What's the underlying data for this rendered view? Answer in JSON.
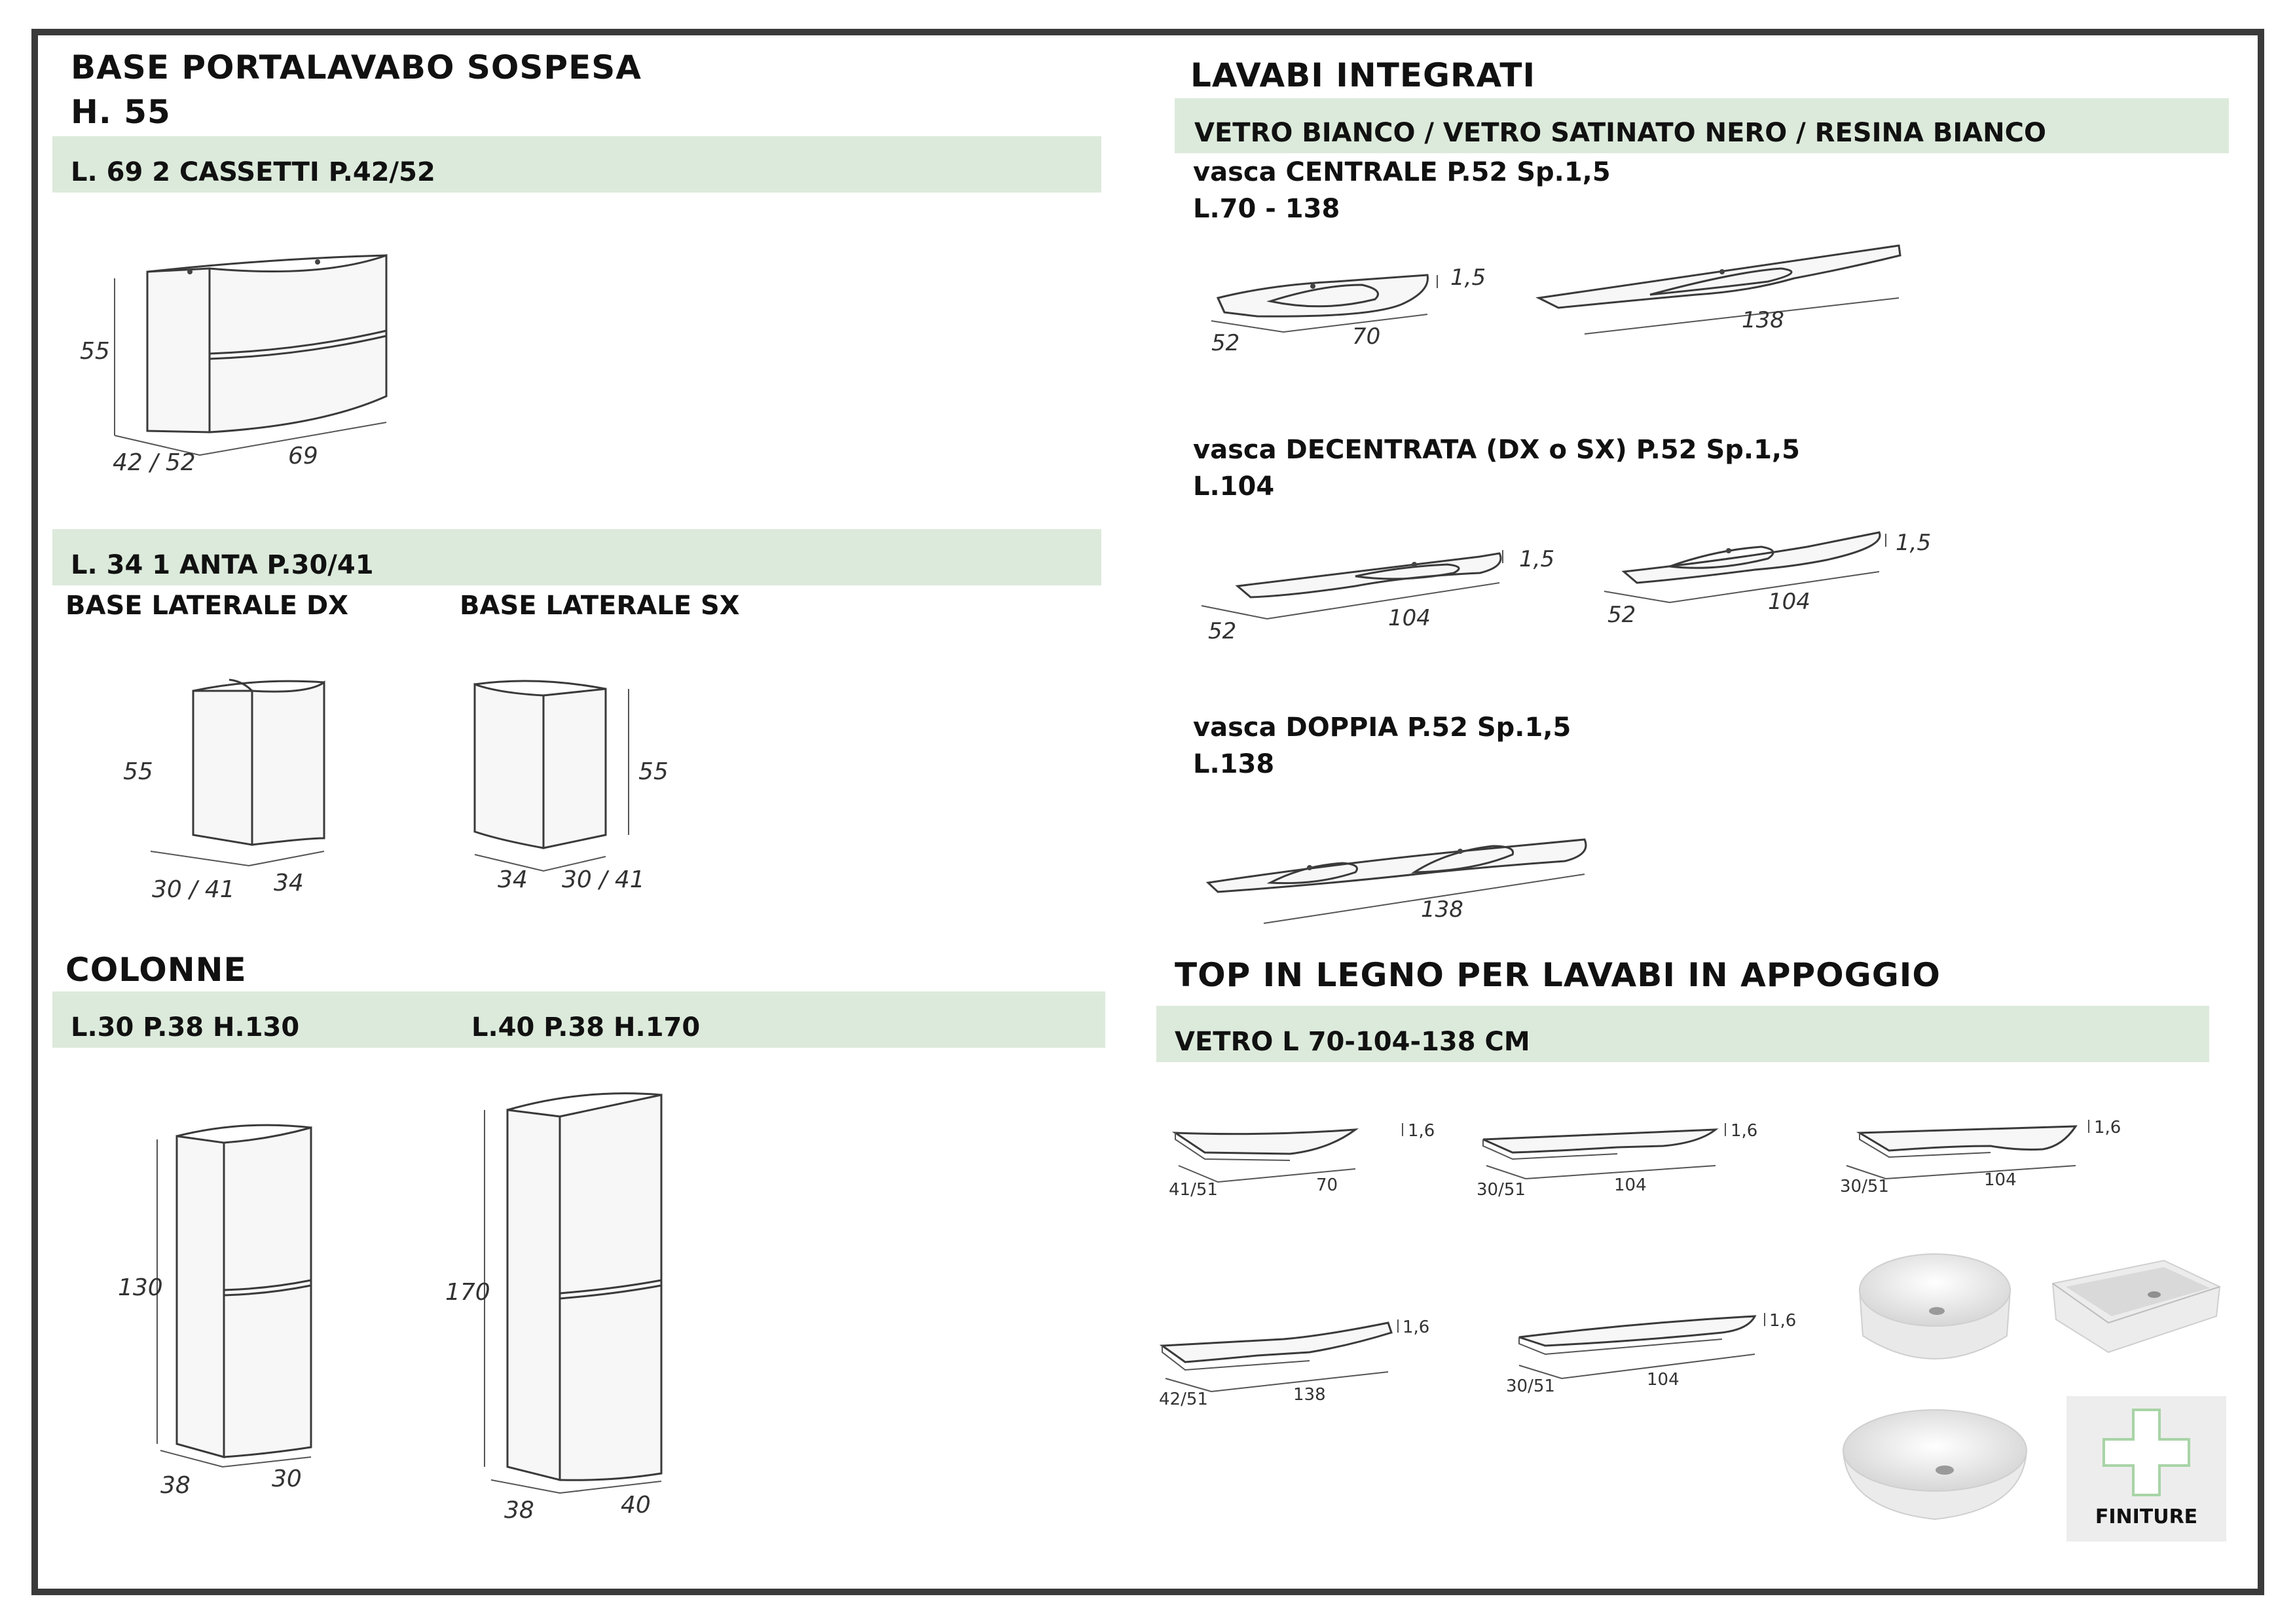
{
  "left": {
    "base_title_1": "BASE PORTALAVABO SOSPESA",
    "base_title_2": "H. 55",
    "bar1": "L. 69   2  CASSETTI      P.42/52",
    "cab1": {
      "h": "55",
      "p": "42 / 52",
      "l": "69"
    },
    "bar2": "L. 34   1 ANTA    P.30/41",
    "side_dx": "BASE LATERALE DX",
    "side_sx": "BASE LATERALE  SX",
    "dx": {
      "h": "55",
      "p": "30 / 41",
      "l": "34"
    },
    "sx": {
      "h": "55",
      "p": "30 / 41",
      "l": "34"
    },
    "col_title": "COLONNE",
    "col_a": "L.30 P.38  H.130",
    "col_b": "L.40  P.38  H.170",
    "col1": {
      "h": "130",
      "p": "38",
      "l": "30"
    },
    "col2": {
      "h": "170",
      "p": "38",
      "l": "40"
    }
  },
  "right": {
    "lavabi_title": "LAVABI INTEGRATI",
    "lavabi_bar": "VETRO BIANCO / VETRO SATINATO NERO / RESINA BIANCO",
    "centrale_1": "vasca CENTRALE   P.52 Sp.1,5",
    "centrale_2": "L.70 - 138",
    "c1": {
      "sp": "1,5",
      "p": "52",
      "l": "70"
    },
    "c2": {
      "l": "138"
    },
    "decentrata_1": "vasca DECENTRATA (DX o SX)  P.52 Sp.1,5",
    "decentrata_2": "L.104",
    "d1": {
      "sp": "1,5",
      "p": "52",
      "l": "104"
    },
    "d2": {
      "sp": "1,5",
      "p": "52",
      "l": "104"
    },
    "doppia_1": "vasca DOPPIA  P.52 Sp.1,5",
    "doppia_2": "L.138",
    "dp": {
      "l": "138"
    },
    "top_title": "TOP IN LEGNO PER LAVABI IN APPOGGIO",
    "top_bar": "VETRO L 70-104-138 CM",
    "t1": {
      "sp": "1,6",
      "p": "41/51",
      "l": "70"
    },
    "t2": {
      "sp": "1,6",
      "p": "30/51",
      "l": "104"
    },
    "t3": {
      "sp": "1,6",
      "p": "30/51",
      "l": "104"
    },
    "t4": {
      "sp": "1,6",
      "p": "42/51",
      "l": "138"
    },
    "t5": {
      "sp": "1,6",
      "p": "30/51",
      "l": "104"
    },
    "finiture": "FINITURE"
  },
  "colors": {
    "bar": "#dceadb",
    "frame": "#3a3a3a",
    "plus": "#a8d4a6"
  }
}
